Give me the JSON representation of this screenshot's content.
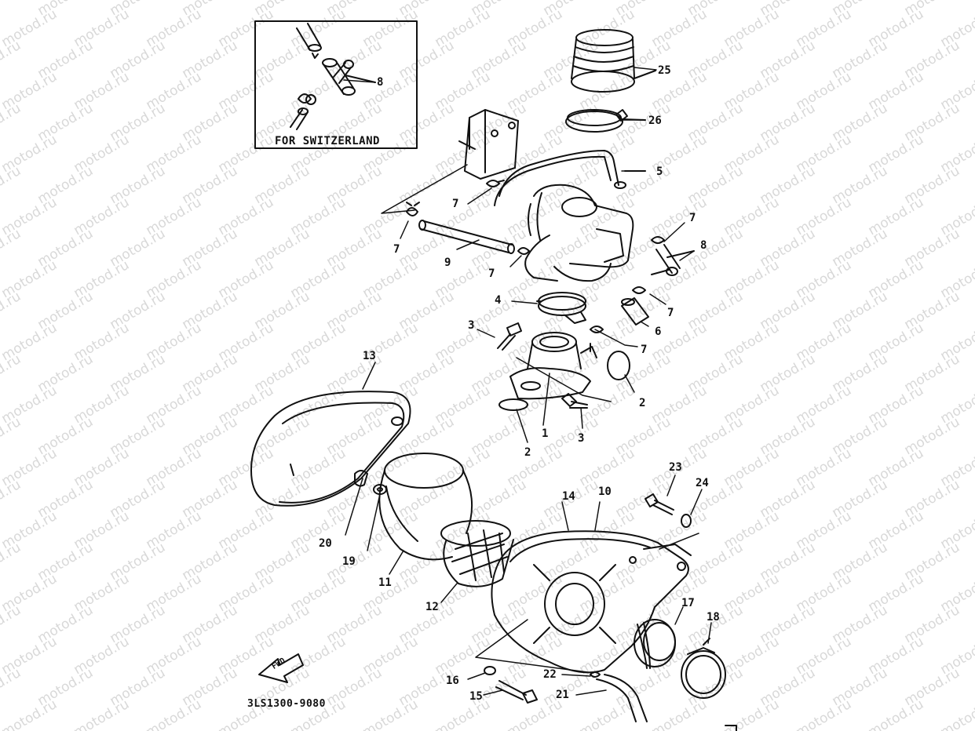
{
  "watermark": "motod.ru",
  "inset": {
    "caption": "FOR SWITZERLAND",
    "callout": "8"
  },
  "fwd_label": "FWD",
  "diagram_code": "3LS1300-9080",
  "callouts": {
    "c1": "1",
    "c2a": "2",
    "c2b": "2",
    "c3a": "3",
    "c3b": "3",
    "c4": "4",
    "c5": "5",
    "c6": "6",
    "c7a": "7",
    "c7b": "7",
    "c7c": "7",
    "c7d": "7",
    "c7e": "7",
    "c7f": "7",
    "c8": "8",
    "c9": "9",
    "c10": "10",
    "c11": "11",
    "c12": "12",
    "c13": "13",
    "c14": "14",
    "c15": "15",
    "c16": "16",
    "c17": "17",
    "c18": "18",
    "c19": "19",
    "c20": "20",
    "c21": "21",
    "c22": "22",
    "c23": "23",
    "c24": "24",
    "c25": "25",
    "c26": "26"
  }
}
